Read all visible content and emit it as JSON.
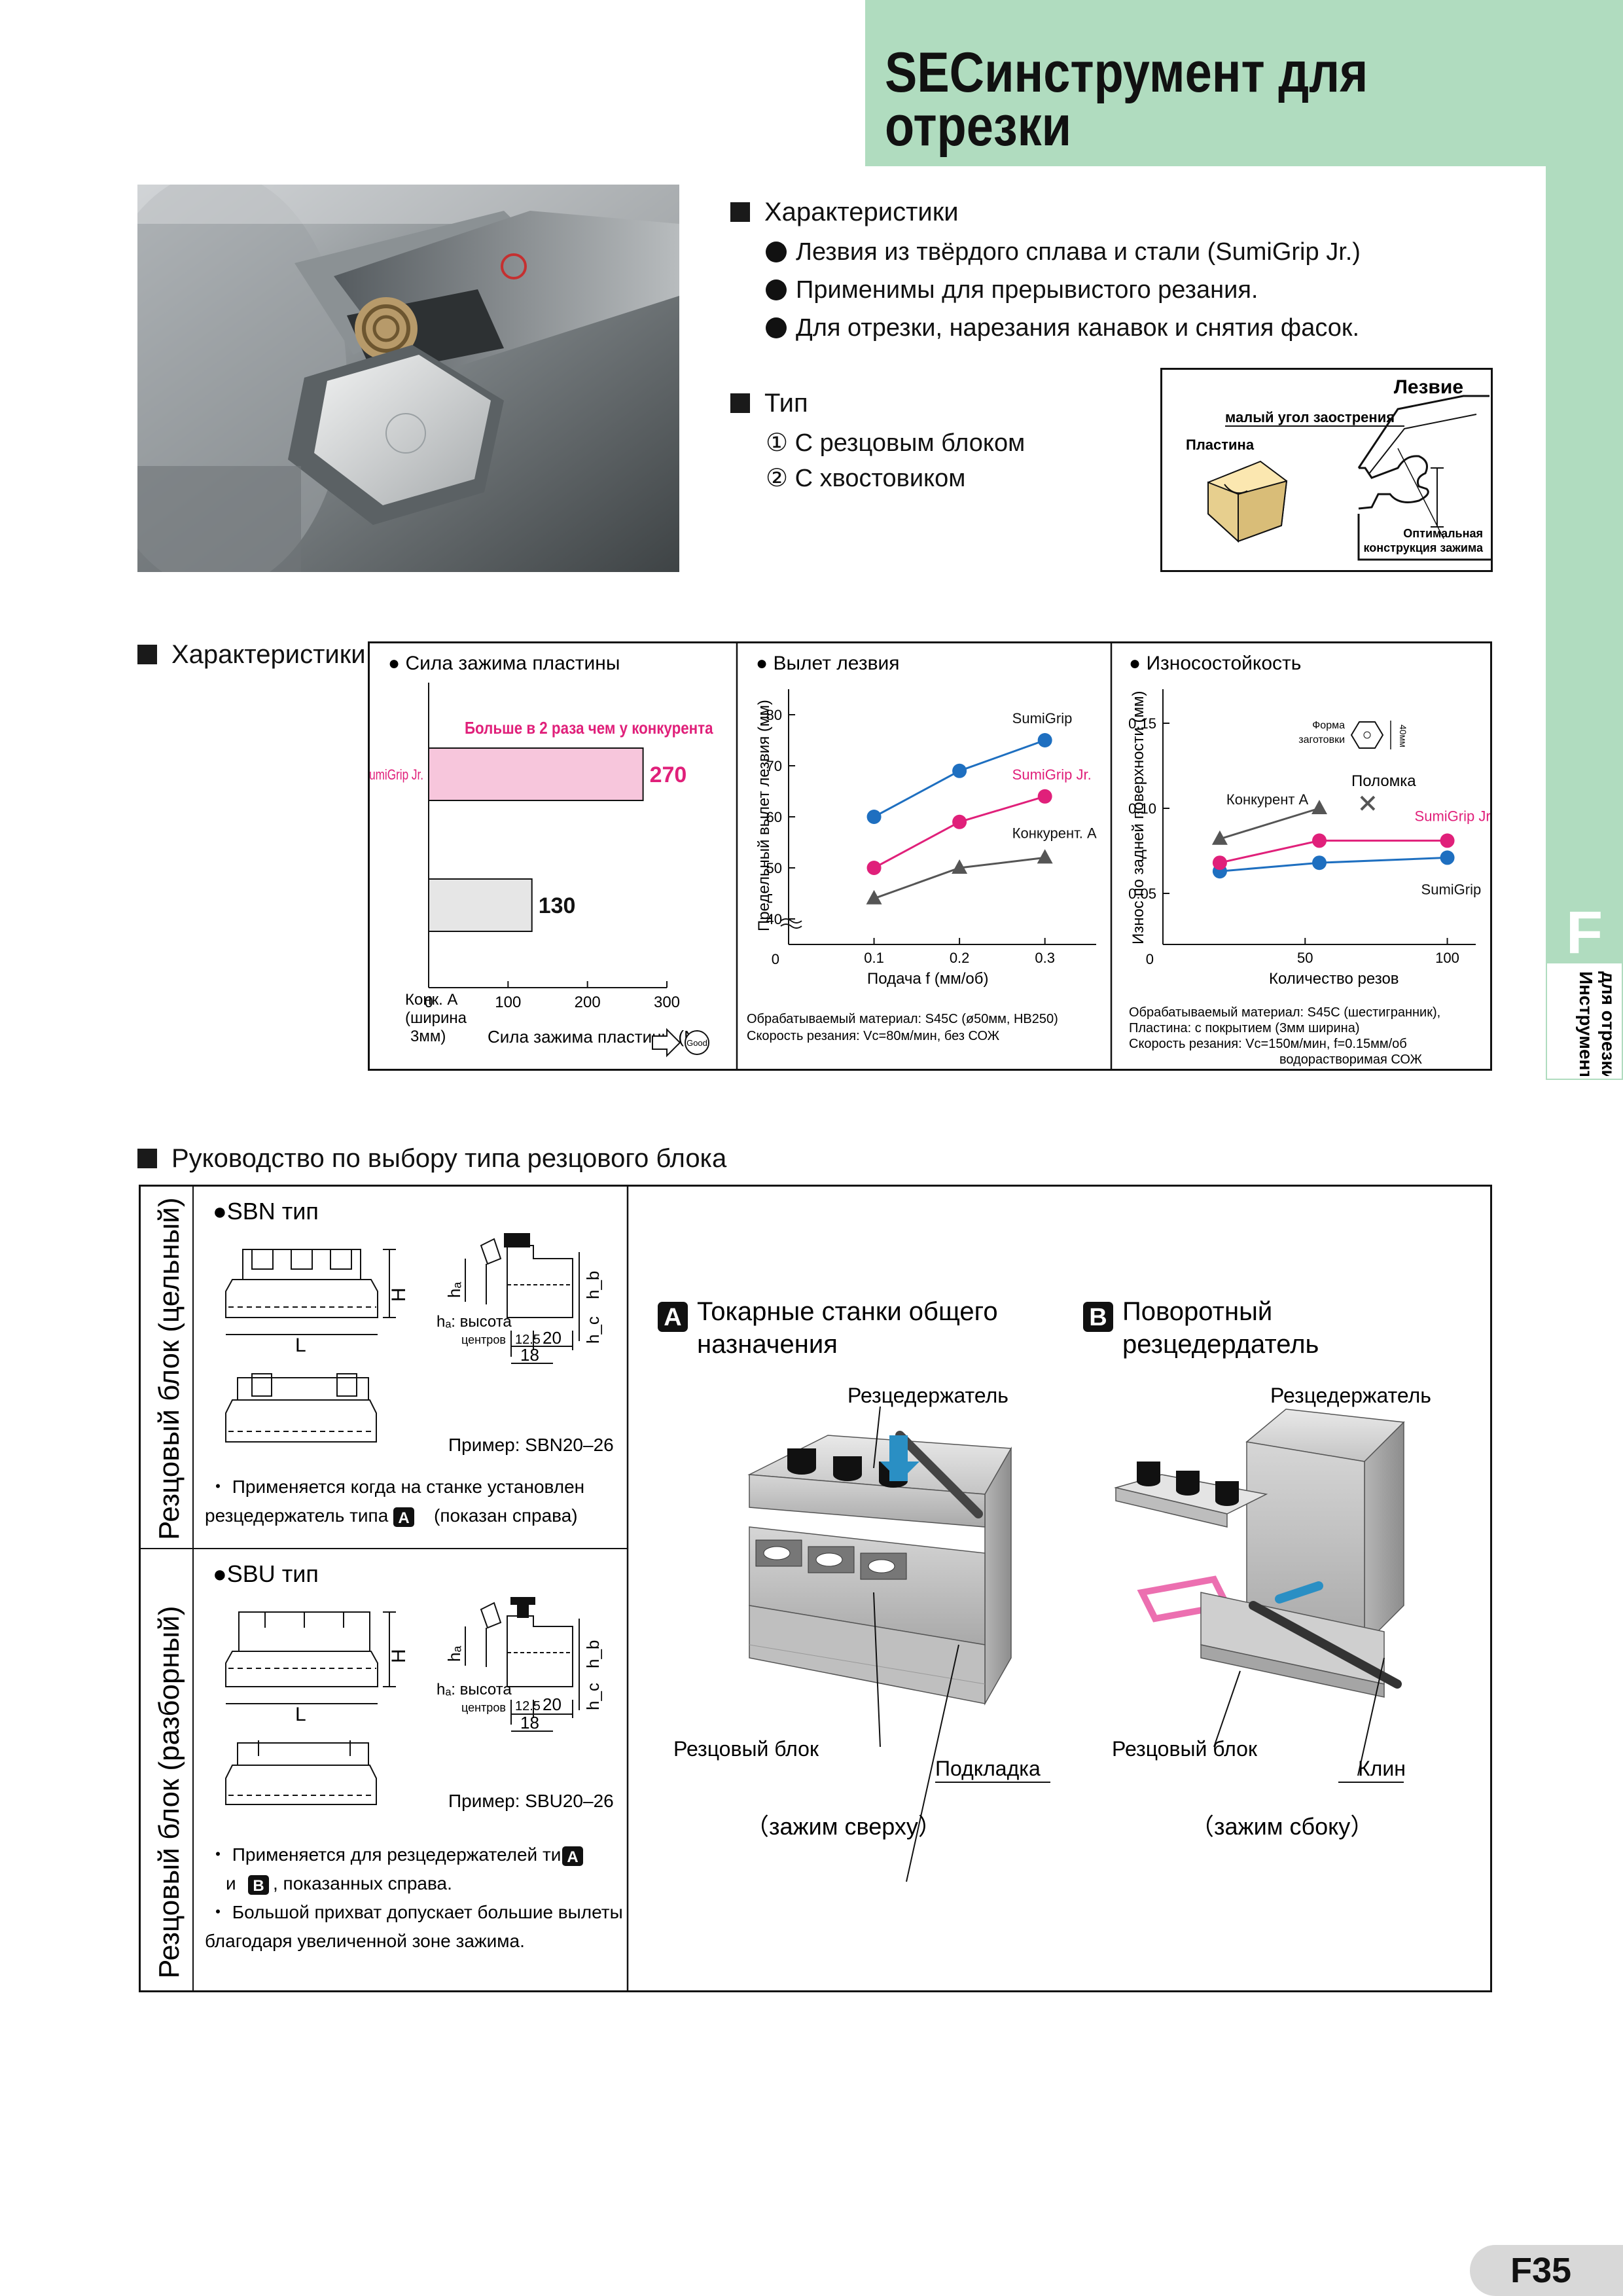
{
  "header": {
    "title_line1": "SECинструмент для",
    "title_line2": "отрезки"
  },
  "side_tab": {
    "letter": "F",
    "text_line1": "Инструмент",
    "text_line2": "для отрезки"
  },
  "features": {
    "heading": "Характеристики",
    "items": [
      "Лезвия из твёрдого сплава и стали (SumiGrip Jr.)",
      "Применимы для прерывистого резания.",
      "Для отрезки, нарезания канавок и снятия фасок."
    ]
  },
  "type": {
    "heading": "Тип",
    "items": [
      "① С резцовым блоком",
      "② С хвостовиком"
    ]
  },
  "blade_diagram": {
    "title": "Лезвие",
    "label_small_angle": "малый угол заострения",
    "label_insert": "Пластина",
    "label_clamp_1": "Оптимальная",
    "label_clamp_2": "конструкция зажима"
  },
  "characteristics": {
    "heading": "Характеристики",
    "panel1": {
      "title": "● Сила зажима пластины",
      "highlight": "Больше в 2 раза чем у конкурента",
      "xlabel": "Сила зажима пластины (N)",
      "good": "Good",
      "bar1_label": "SumiGrip Jr.",
      "bar2_label_1": "Конк. А",
      "bar2_label_2": "(ширина",
      "bar2_label_3": "3мм)"
    },
    "panel2": {
      "title": "● Вылет лезвия",
      "ylabel": "Предельный вылет лезвия (мм)",
      "xlabel": "Подача f (мм/об)",
      "note1": "Обрабатываемый материал: S45C (ø50мм, HB250)",
      "note2": "Скорость резания: Vc=80м/мин, без СОЖ"
    },
    "panel3": {
      "title": "● Износостойкость",
      "ylabel": "Износ по задней поверхности (мм)",
      "xlabel": "Количество резов",
      "workpiece_1": "Форма",
      "workpiece_2": "заготовки",
      "workpiece_dim": "40мм",
      "breakage": "Поломка",
      "note1": "Обрабатываемый материал: S45C (шестигранник),",
      "note2": "Пластина: с покрытием (3мм ширина)",
      "note3": "Скорость резания: Vc=150м/мин, f=0.15мм/об",
      "note4": "водорастворимая СОЖ"
    }
  },
  "chart_data": [
    {
      "type": "bar",
      "orientation": "horizontal",
      "title": "Сила зажима пластины",
      "categories": [
        "SumiGrip Jr.",
        "Конк. А (ширина 3мм)"
      ],
      "values": [
        270,
        130
      ],
      "colors": [
        "#f7c6dc",
        "#e6e6e6"
      ],
      "value_colors": [
        "#e0207a",
        "#111111"
      ],
      "xlabel": "Сила зажима пластины (N)",
      "xlim": [
        0,
        300
      ],
      "xticks": [
        "0",
        "100",
        "200",
        "300"
      ]
    },
    {
      "type": "line",
      "title": "Вылет лезвия",
      "xlabel": "Подача f (мм/об)",
      "ylabel": "Предельный вылет лезвия (мм)",
      "x": [
        0.1,
        0.2,
        0.3
      ],
      "xlim": [
        0,
        0.36
      ],
      "ylim": [
        35,
        85
      ],
      "xticks": [
        "0.1",
        "0.2",
        "0.3"
      ],
      "yticks": [
        "40",
        "50",
        "60",
        "70",
        "80"
      ],
      "zero_label": "0",
      "series": [
        {
          "name": "SumiGrip",
          "values": [
            60,
            69,
            75
          ],
          "color": "#1e6fc0",
          "marker": "circle"
        },
        {
          "name": "SumiGrip Jr.",
          "values": [
            50,
            59,
            64
          ],
          "color": "#e0207a",
          "marker": "circle"
        },
        {
          "name": "Конкурент. А",
          "values": [
            44,
            50,
            52
          ],
          "color": "#555555",
          "marker": "triangle"
        }
      ]
    },
    {
      "type": "line",
      "title": "Износостойкость",
      "xlabel": "Количество резов",
      "ylabel": "Износ по задней поверхности (мм)",
      "xlim": [
        0,
        110
      ],
      "ylim": [
        0.02,
        0.17
      ],
      "xticks": [
        "50",
        "100"
      ],
      "yticks": [
        "0.05",
        "0.10",
        "0.15"
      ],
      "zero_label": "0",
      "series": [
        {
          "name": "SumiGrip",
          "x": [
            20,
            55,
            100
          ],
          "values": [
            0.063,
            0.068,
            0.071
          ],
          "color": "#1e6fc0",
          "marker": "circle"
        },
        {
          "name": "SumiGrip Jr.",
          "x": [
            20,
            55,
            100
          ],
          "values": [
            0.068,
            0.081,
            0.081
          ],
          "color": "#e0207a",
          "marker": "circle"
        },
        {
          "name": "Конкурент А",
          "x": [
            20,
            55
          ],
          "values": [
            0.082,
            0.1
          ],
          "color": "#555555",
          "marker": "triangle"
        }
      ],
      "breakage_point": {
        "x": 72,
        "y": 0.103
      }
    }
  ],
  "guide": {
    "heading": "Руководство по выбору типа резцового блока",
    "row1_vertical": "Резцовый блок (цельный)",
    "row2_vertical": "Резцовый блок (разборный)",
    "sbn": {
      "title": "●SBN тип",
      "example": "Пример: SBN20–26",
      "note_a": "・ Применяется когда на станке установлен",
      "note_b1": "резцедержатель типа",
      "note_b2": "(показан справа)",
      "dim_H": "H",
      "dim_L": "L",
      "dim_ha": "hₐ",
      "dim_hb": "h_b",
      "dim_hc": "h_c",
      "dim_125": "12.5",
      "dim_20": "20",
      "dim_18": "18",
      "ha_note_1": "hₐ: высота",
      "ha_note_2": "центров"
    },
    "sbu": {
      "title": "●SBU тип",
      "example": "Пример: SBU20–26",
      "note_a1": "・ Применяется для резцедержателей типа",
      "note_a2": "и",
      "note_a3": ", показанных справа.",
      "note_b": "・ Большой прихват допускает большие вылеты",
      "note_c": "благодаря увеличенной зоне зажима."
    },
    "badge_a": "A",
    "badge_b": "B",
    "panel_a": {
      "title_1": "Токарные станки общего",
      "title_2": "назначения",
      "label_holder": "Резцедержатель",
      "label_block": "Резцовый блок",
      "label_shim": "Подкладка",
      "caption": "（зажим сверху）"
    },
    "panel_b": {
      "title_1": "Поворотный",
      "title_2": "резцедердатель",
      "label_holder": "Резцедержатель",
      "label_block": "Резцовый блок",
      "label_wedge": "Клин",
      "caption": "（зажим сбоку）"
    }
  },
  "page_number": "F35"
}
